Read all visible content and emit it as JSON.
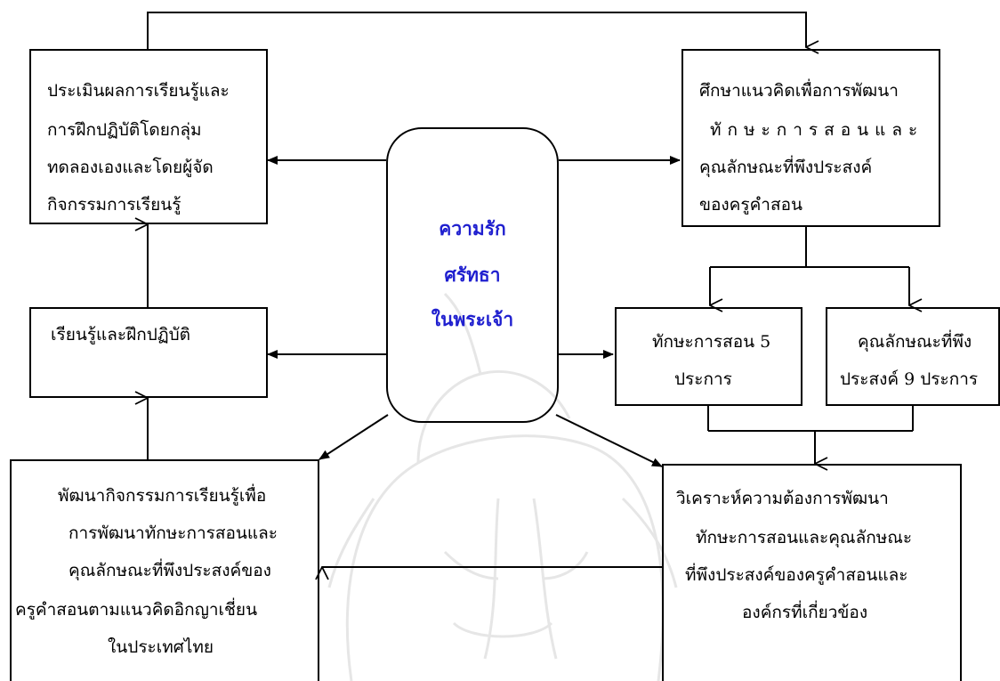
{
  "center": {
    "lines": [
      "ความรัก",
      "ศรัทธา",
      "ในพระเจ้า"
    ],
    "color": "#1f1fcf"
  },
  "boxes": {
    "evaluate": {
      "lines": [
        "ประเมินผลการเรียนรู้และ",
        "การฝึกปฏิบัติโดยกลุ่ม",
        "ทดลองเองและโดยผู้จัด",
        "กิจกรรมการเรียนรู้"
      ]
    },
    "study": {
      "lines": [
        "ศึกษาแนวคิดเพื่อการพัฒนา",
        "ทักษะการสอนและ",
        "คุณลักษณะที่พึงประสงค์",
        "ของครูคำสอน"
      ]
    },
    "learn": {
      "lines": [
        "เรียนรู้และฝึกปฏิบัติ"
      ]
    },
    "skills": {
      "lines": [
        "ทักษะการสอน 5",
        "ประการ"
      ]
    },
    "traits": {
      "lines": [
        "คุณลักษณะที่พึง",
        "ประสงค์ 9 ประการ"
      ]
    },
    "develop": {
      "lines": [
        "พัฒนากิจกรรมการเรียนรู้เพื่อ",
        "การพัฒนาทักษะการสอนและ",
        "คุณลักษณะที่พึงประสงค์ของ",
        "ครูคำสอนตามแนวคิดอิกญาเชี่ยน",
        "ในประเทศไทย"
      ]
    },
    "analyze": {
      "lines": [
        "วิเคราะห์ความต้องการพัฒนา",
        "ทักษะการสอนและคุณลักษณะ",
        "ที่พึงประสงค์ของครูคำสอนและ",
        "องค์กรที่เกี่ยวข้อง"
      ]
    }
  }
}
